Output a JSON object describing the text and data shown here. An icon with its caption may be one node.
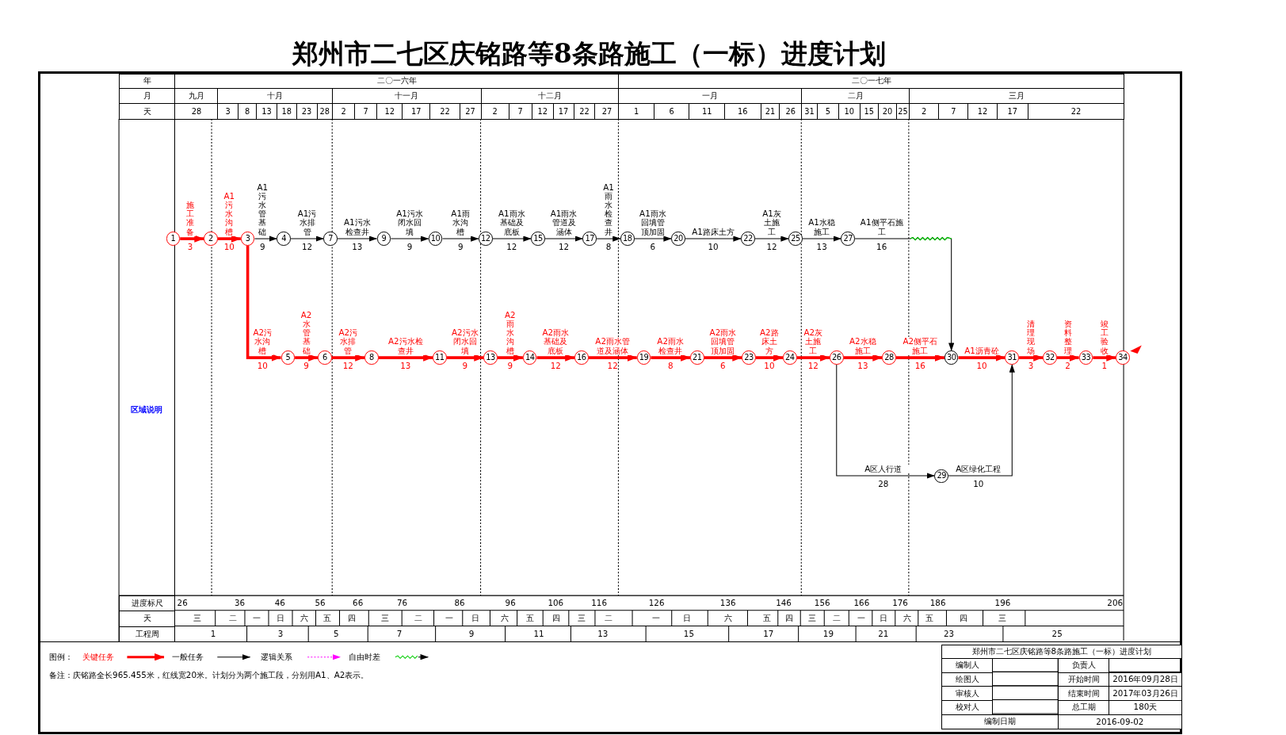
{
  "diagram": {
    "title": "郑州市二七区庆铭路等8条路施工（一标）进度计划",
    "nodes": [
      {
        "text": [
          "1"
        ]
      },
      {
        "text": [
          "2"
        ]
      },
      {
        "text": [
          "3"
        ]
      },
      {
        "text": [
          "4"
        ]
      },
      {
        "text": [
          "5"
        ]
      },
      {
        "text": [
          "6"
        ]
      },
      {
        "text": [
          "7"
        ]
      },
      {
        "text": [
          "8"
        ]
      },
      {
        "text": [
          "9"
        ]
      },
      {
        "text": [
          "10"
        ]
      },
      {
        "text": [
          "11"
        ]
      },
      {
        "text": [
          "12"
        ]
      },
      {
        "text": [
          "13"
        ]
      },
      {
        "text": [
          "14"
        ]
      },
      {
        "text": [
          "15"
        ]
      },
      {
        "text": [
          "16"
        ]
      },
      {
        "text": [
          "17"
        ]
      },
      {
        "text": [
          "18"
        ]
      },
      {
        "text": [
          "19"
        ]
      },
      {
        "text": [
          "20"
        ]
      },
      {
        "text": [
          "21"
        ]
      },
      {
        "text": [
          "22"
        ]
      },
      {
        "text": [
          "23"
        ]
      },
      {
        "text": [
          "24"
        ]
      },
      {
        "text": [
          "25"
        ]
      },
      {
        "text": [
          "26"
        ]
      },
      {
        "text": [
          "27"
        ]
      },
      {
        "text": [
          "28"
        ]
      },
      {
        "text": [
          "29"
        ]
      },
      {
        "text": [
          "30"
        ]
      },
      {
        "text": [
          "31"
        ]
      },
      {
        "text": [
          "32"
        ]
      },
      {
        "text": [
          "33"
        ]
      },
      {
        "text": [
          "34"
        ]
      }
    ],
    "edges": [
      {
        "from": 0,
        "to": 1,
        "arrow": "to",
        "label": "施工准备",
        "color": "#ff0000"
      },
      {
        "from": 1,
        "to": 2,
        "arrow": "to",
        "label": "A1污水沟槽",
        "color": "#ff0000"
      },
      {
        "from": 2,
        "to": 3,
        "arrow": "to",
        "label": "A1污水管基础",
        "color": "#000000"
      },
      {
        "from": 3,
        "to": 6,
        "arrow": "to",
        "label": "A1污水排管",
        "color": "#000000"
      },
      {
        "from": 6,
        "to": 8,
        "arrow": "to",
        "label": "A1污水检查井",
        "color": "#000000"
      },
      {
        "from": 8,
        "to": 9,
        "arrow": "to",
        "label": "A1污水闭水回填",
        "color": "#000000"
      },
      {
        "from": 9,
        "to": 11,
        "arrow": "to",
        "label": "A1雨水沟槽",
        "color": "#000000"
      },
      {
        "from": 11,
        "to": 14,
        "arrow": "to",
        "label": "A1雨水基础及底板",
        "color": "#000000"
      },
      {
        "from": 14,
        "to": 16,
        "arrow": "to",
        "label": "A1雨水管道及涵体",
        "color": "#000000"
      },
      {
        "from": 16,
        "to": 17,
        "arrow": "to",
        "label": "A1雨水检查井",
        "color": "#000000"
      },
      {
        "from": 17,
        "to": 19,
        "arrow": "to",
        "label": "A1雨水回填管顶加固",
        "color": "#000000"
      },
      {
        "from": 19,
        "to": 21,
        "arrow": "to",
        "label": "A1路床土方",
        "color": "#000000"
      },
      {
        "from": 21,
        "to": 24,
        "arrow": "to",
        "label": "A1灰土施工",
        "color": "#000000"
      },
      {
        "from": 24,
        "to": 26,
        "arrow": "to",
        "label": "A1水稳施工",
        "color": "#000000"
      },
      {
        "from": 26,
        "to": 29,
        "arrow": "to",
        "label": "A1侧平石施工",
        "color": "#000000"
      },
      {
        "from": 2,
        "to": 4,
        "arrow": "to",
        "label": "A2污水沟槽",
        "color": "#ff0000"
      },
      {
        "from": 4,
        "to": 5,
        "arrow": "to",
        "label": "A2水管基础",
        "color": "#ff0000"
      },
      {
        "from": 5,
        "to": 7,
        "arrow": "to",
        "label": "A2污水排管",
        "color": "#ff0000"
      },
      {
        "from": 7,
        "to": 10,
        "arrow": "to",
        "label": "A2污水检查井",
        "color": "#ff0000"
      },
      {
        "from": 10,
        "to": 12,
        "arrow": "to",
        "label": "A2污水闭水回填",
        "color": "#ff0000"
      },
      {
        "from": 12,
        "to": 13,
        "arrow": "to",
        "label": "A2雨水沟槽",
        "color": "#ff0000"
      },
      {
        "from": 13,
        "to": 15,
        "arrow": "to",
        "label": "A2雨水基础及底板",
        "color": "#ff0000"
      },
      {
        "from": 15,
        "to": 18,
        "arrow": "to",
        "label": "A2雨水管道及涵体",
        "color": "#ff0000"
      },
      {
        "from": 18,
        "to": 20,
        "arrow": "to",
        "label": "A2雨水检查井",
        "color": "#ff0000"
      },
      {
        "from": 20,
        "to": 22,
        "arrow": "to",
        "label": "A2雨水回填管顶加固",
        "color": "#ff0000"
      },
      {
        "from": 22,
        "to": 23,
        "arrow": "to",
        "label": "A2路床土方",
        "color": "#ff0000"
      },
      {
        "from": 23,
        "to": 25,
        "arrow": "to",
        "label": "A2灰土施工",
        "color": "#ff0000"
      },
      {
        "from": 25,
        "to": 27,
        "arrow": "to",
        "label": "A2水稳施工",
        "color": "#ff0000"
      },
      {
        "from": 27,
        "to": 29,
        "arrow": "to",
        "label": "A2侧平石施工",
        "color": "#ff0000"
      },
      {
        "from": 29,
        "to": 30,
        "arrow": "to",
        "label": "A1沥青砼",
        "color": "#ff0000"
      },
      {
        "from": 30,
        "to": 31,
        "arrow": "to",
        "label": "清理现场",
        "color": "#ff0000"
      },
      {
        "from": 31,
        "to": 32,
        "arrow": "to",
        "label": "资料整理",
        "color": "#ff0000"
      },
      {
        "from": 32,
        "to": 33,
        "arrow": "to",
        "label": "竣工验收",
        "color": "#ff0000"
      },
      {
        "from": 25,
        "to": 28,
        "arrow": "to",
        "label": "A区人行道",
        "color": "#000000"
      },
      {
        "from": 28,
        "to": 30,
        "arrow": "to",
        "label": "A区绿化工程",
        "color": "#000000"
      }
    ],
    "labels": [
      "年",
      "二〇一六年",
      "二〇一七年",
      "月",
      "九月",
      "十月",
      "十一月",
      "十二月",
      "一月",
      "二月",
      "三月",
      "天",
      "28",
      "3",
      "8",
      "13",
      "18",
      "23",
      "28",
      "2",
      "7",
      "12",
      "17",
      "22",
      "27",
      "2",
      "7",
      "12",
      "17",
      "22",
      "27",
      "1",
      "6",
      "11",
      "16",
      "21",
      "26",
      "31",
      "5",
      "10",
      "15",
      "20",
      "25",
      "2",
      "7",
      "12",
      "17",
      "22",
      "3",
      "10",
      "9",
      "12",
      "13",
      "9",
      "9",
      "12",
      "12",
      "8",
      "6",
      "10",
      "12",
      "13",
      "16",
      "10",
      "9",
      "12",
      "13",
      "9",
      "9",
      "12",
      "12",
      "8",
      "6",
      "10",
      "12",
      "13",
      "16",
      "10",
      "3",
      "2",
      "1",
      "28",
      "10",
      "区域说明",
      "进度标尺",
      "26",
      "36",
      "46",
      "56",
      "66",
      "76",
      "86",
      "96",
      "106",
      "116",
      "126",
      "136",
      "146",
      "156",
      "166",
      "176",
      "186",
      "196",
      "206",
      "天",
      "三",
      "二",
      "一",
      "日",
      "六",
      "五",
      "四",
      "三",
      "二",
      "一",
      "日",
      "六",
      "五",
      "四",
      "三",
      "二",
      "一",
      "日",
      "六",
      "五",
      "四",
      "三",
      "二",
      "一",
      "日",
      "六",
      "五",
      "四",
      "三",
      "工程周",
      "1",
      "3",
      "5",
      "7",
      "9",
      "11",
      "13",
      "15",
      "17",
      "19",
      "21",
      "23",
      "25",
      "图例：",
      "备注：庆铭路全长965.455米，红线宽20米。计划分为两个施工段，分别用A1、A2表示。",
      "郑州市二七区庆铭路等8条路施工（一标）进度计划",
      "编制人",
      "负责人",
      "绘图人",
      "开始时间",
      "2016年09月28日",
      "审核人",
      "结束时间",
      "2017年03月26日",
      "校对人",
      "总工期",
      "180天",
      "编制日期",
      "2016-09-02"
    ],
    "legend": [
      {
        "text": "关键任务"
      },
      {
        "text": "一般任务"
      },
      {
        "text": "逻辑关系"
      },
      {
        "text": "自由时差"
      }
    ]
  }
}
